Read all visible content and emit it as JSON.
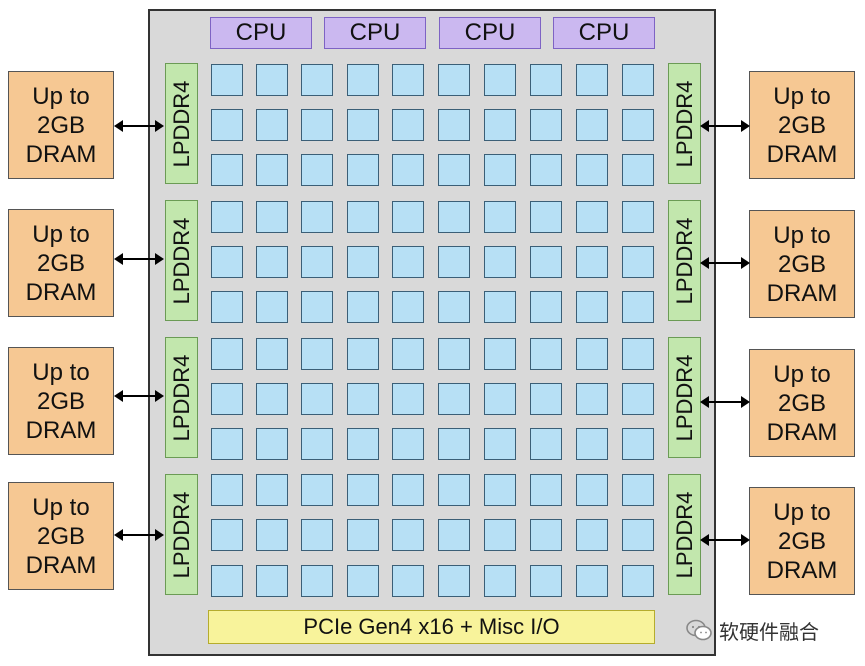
{
  "chip": {
    "cpu_labels": [
      "CPU",
      "CPU",
      "CPU",
      "CPU"
    ],
    "memory_controller_label": "LPDDR4",
    "io_label": "PCIe Gen4 x16 + Misc I/O",
    "core_grid": {
      "rows": 12,
      "columns": 10
    }
  },
  "dram": {
    "label": "Up to\n2GB\nDRAM"
  },
  "watermark": {
    "text": "软硬件融合"
  },
  "colors": {
    "chip_fill": "#d9d9d9",
    "cpu_fill": "#cbb8f0",
    "core_fill": "#b7e0f5",
    "lpddr4_fill": "#c2e7ad",
    "io_fill": "#f8f39b",
    "dram_fill": "#f6c893"
  }
}
